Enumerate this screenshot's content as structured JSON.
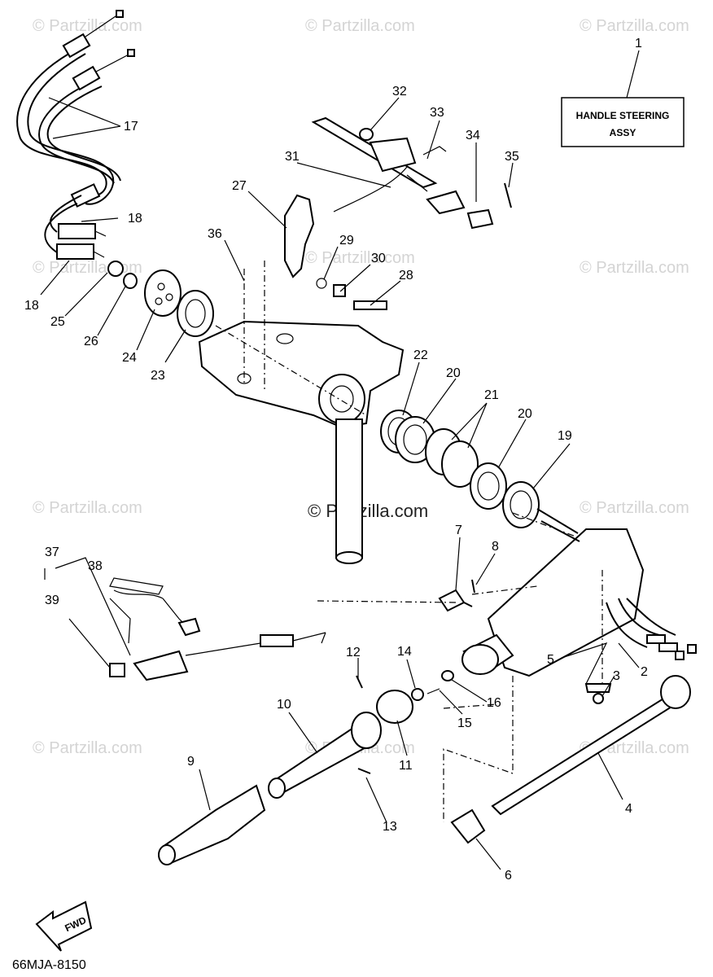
{
  "watermarks": {
    "text": "© Partzilla.com",
    "center_text": "© Partzilla.com"
  },
  "label_box": {
    "line1": "HANDLE STEERING",
    "line2": "ASSY"
  },
  "diagram_code": "66MJA-8150",
  "fwd_arrow": {
    "text": "FWD"
  },
  "callouts": [
    {
      "id": "c1",
      "text": "1"
    },
    {
      "id": "c2",
      "text": "2"
    },
    {
      "id": "c3",
      "text": "3"
    },
    {
      "id": "c4",
      "text": "4"
    },
    {
      "id": "c5",
      "text": "5"
    },
    {
      "id": "c6",
      "text": "6"
    },
    {
      "id": "c7",
      "text": "7"
    },
    {
      "id": "c8",
      "text": "8"
    },
    {
      "id": "c9",
      "text": "9"
    },
    {
      "id": "c10",
      "text": "10"
    },
    {
      "id": "c11",
      "text": "11"
    },
    {
      "id": "c12",
      "text": "12"
    },
    {
      "id": "c13",
      "text": "13"
    },
    {
      "id": "c14",
      "text": "14"
    },
    {
      "id": "c15",
      "text": "15"
    },
    {
      "id": "c16",
      "text": "16"
    },
    {
      "id": "c17",
      "text": "17"
    },
    {
      "id": "c18a",
      "text": "18"
    },
    {
      "id": "c18b",
      "text": "18"
    },
    {
      "id": "c19",
      "text": "19"
    },
    {
      "id": "c20a",
      "text": "20"
    },
    {
      "id": "c20b",
      "text": "20"
    },
    {
      "id": "c21",
      "text": "21"
    },
    {
      "id": "c22",
      "text": "22"
    },
    {
      "id": "c23",
      "text": "23"
    },
    {
      "id": "c24",
      "text": "24"
    },
    {
      "id": "c25",
      "text": "25"
    },
    {
      "id": "c26",
      "text": "26"
    },
    {
      "id": "c27",
      "text": "27"
    },
    {
      "id": "c28",
      "text": "28"
    },
    {
      "id": "c29",
      "text": "29"
    },
    {
      "id": "c30",
      "text": "30"
    },
    {
      "id": "c31",
      "text": "31"
    },
    {
      "id": "c32",
      "text": "32"
    },
    {
      "id": "c33",
      "text": "33"
    },
    {
      "id": "c34",
      "text": "34"
    },
    {
      "id": "c35",
      "text": "35"
    },
    {
      "id": "c36",
      "text": "36"
    },
    {
      "id": "c37",
      "text": "37"
    },
    {
      "id": "c38",
      "text": "38"
    },
    {
      "id": "c39",
      "text": "39"
    }
  ]
}
